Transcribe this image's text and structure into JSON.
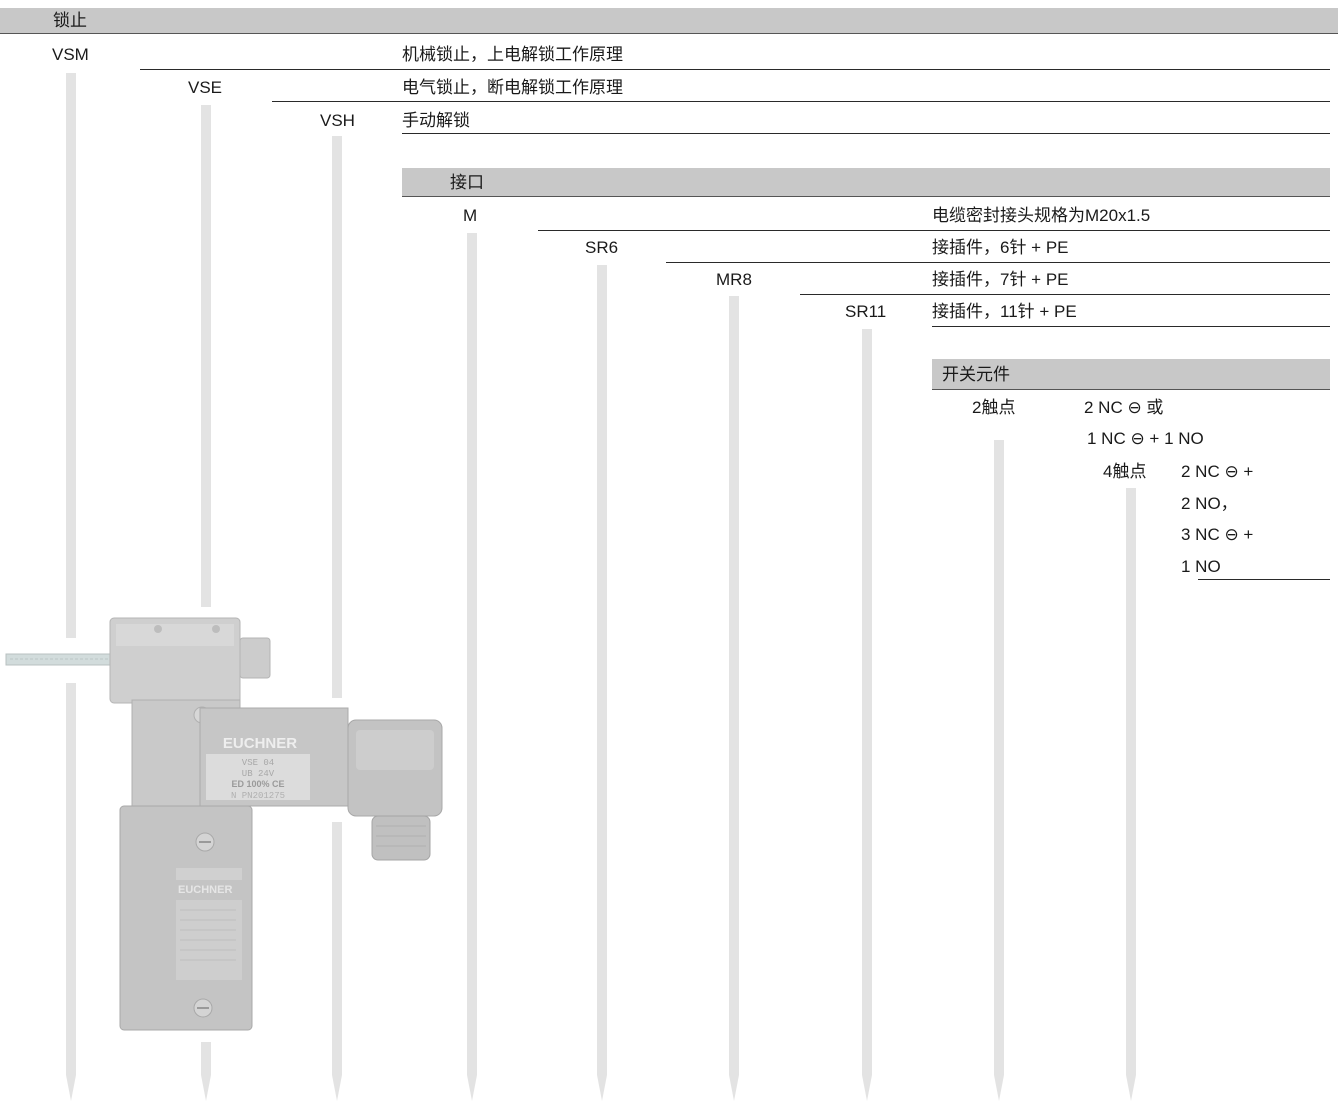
{
  "locking": {
    "header": "锁止",
    "options": [
      {
        "code": "VSM",
        "description": "机械锁止，上电解锁工作原理"
      },
      {
        "code": "VSE",
        "description": "电气锁止，断电解锁工作原理"
      },
      {
        "code": "VSH",
        "description": "手动解锁"
      }
    ]
  },
  "connection": {
    "header": "接口",
    "options": [
      {
        "code": "M",
        "description": "电缆密封接头规格为M20x1.5"
      },
      {
        "code": "SR6",
        "description": "接插件，6针 + PE"
      },
      {
        "code": "MR8",
        "description": "接插件，7针 + PE"
      },
      {
        "code": "SR11",
        "description": "接插件，11针 + PE"
      }
    ]
  },
  "switching_element": {
    "header": "开关元件",
    "two_contact": {
      "label": "2触点",
      "line1": "2 NC ⊖ 或",
      "line2": "1 NC ⊖ + 1 NO"
    },
    "four_contact": {
      "label": "4触点",
      "line1": "2 NC ⊖ +",
      "line2": "2 NO，",
      "line3": "3 NC ⊖ +",
      "line4": "1 NO"
    }
  },
  "product_photo": {
    "brand_top": "EUCHNER",
    "plate_line1": "VSE 04",
    "plate_line2": "UB    24V",
    "plate_line3": "ED 100%   CE",
    "plate_line4": "N PN201275",
    "brand_bottom": "EUCHNER"
  },
  "colors": {
    "header_bg": "#c8c8c8",
    "arrow": "#e3e3e3",
    "rule": "#2a2a2a"
  }
}
